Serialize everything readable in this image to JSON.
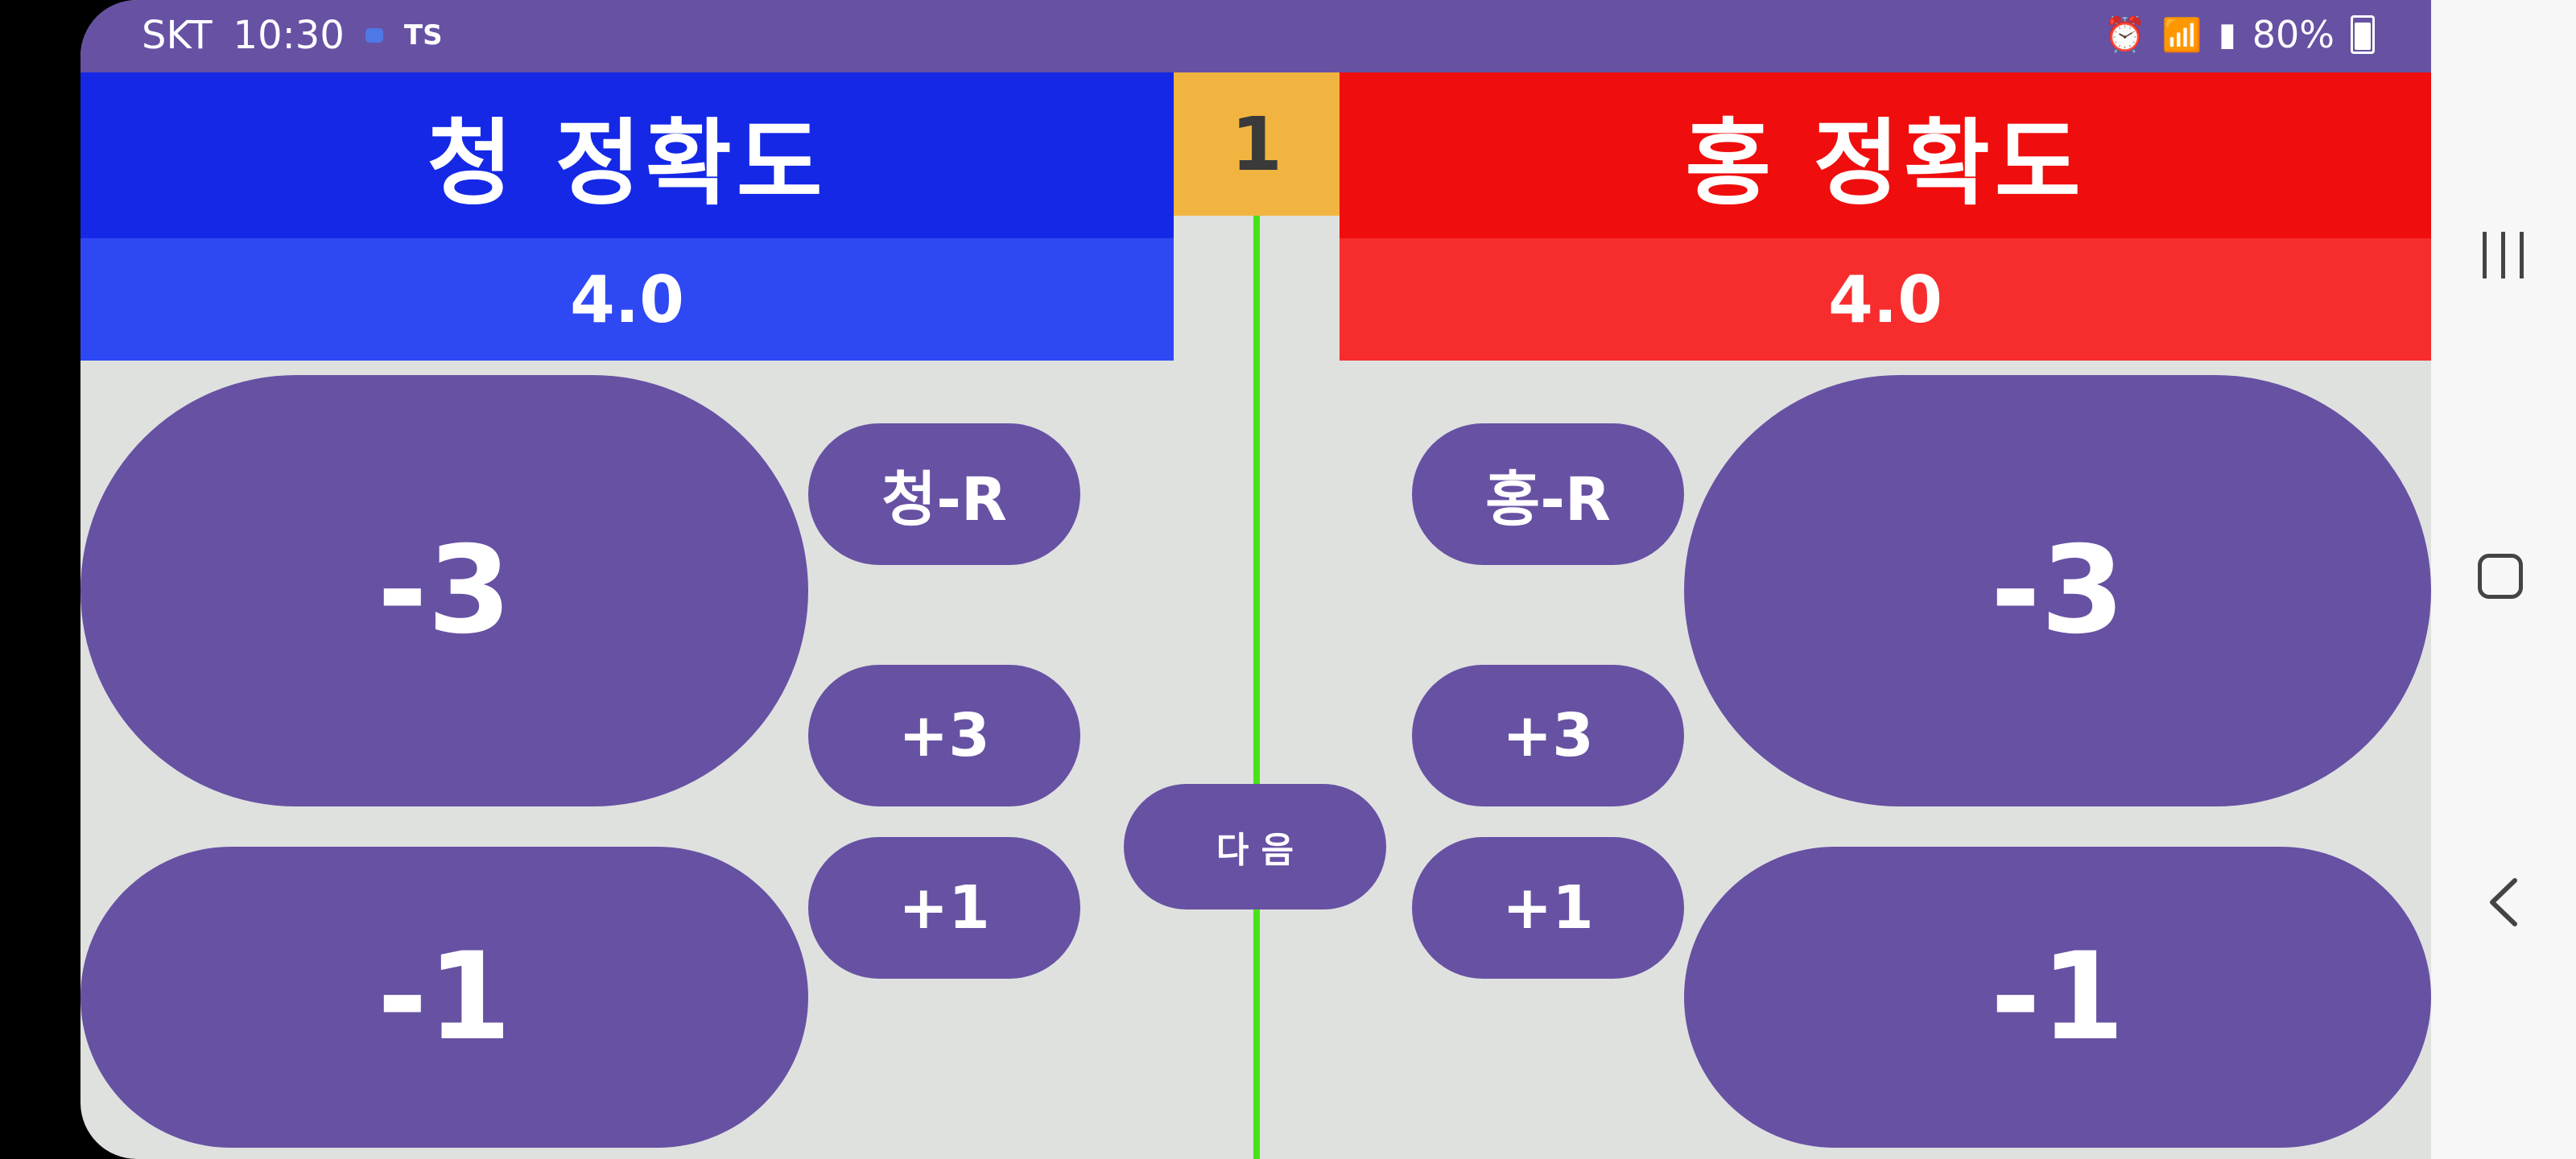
{
  "status_bar": {
    "carrier": "SKT",
    "time": "10:30",
    "notification_label": "TS",
    "battery_percent": "80%",
    "icons": [
      "chat-icon",
      "alarm-icon",
      "wifi-icon",
      "signal-icon",
      "battery-icon"
    ]
  },
  "blue": {
    "title": "청 정확도",
    "score": "4.0",
    "minus3": "-3",
    "minus1": "-1",
    "reset": "청-R",
    "plus3": "+3",
    "plus1": "+1",
    "color": "#1428e6"
  },
  "red": {
    "title": "홍 정확도",
    "score": "4.0",
    "minus3": "-3",
    "minus1": "-1",
    "reset": "홍-R",
    "plus3": "+3",
    "plus1": "+1",
    "color": "#f00d0d"
  },
  "center": {
    "round": "1",
    "next": "다 음",
    "divider_color": "#45e515"
  },
  "accent": {
    "button_purple": "#6751a3",
    "round_box_orange": "#f2b440"
  }
}
